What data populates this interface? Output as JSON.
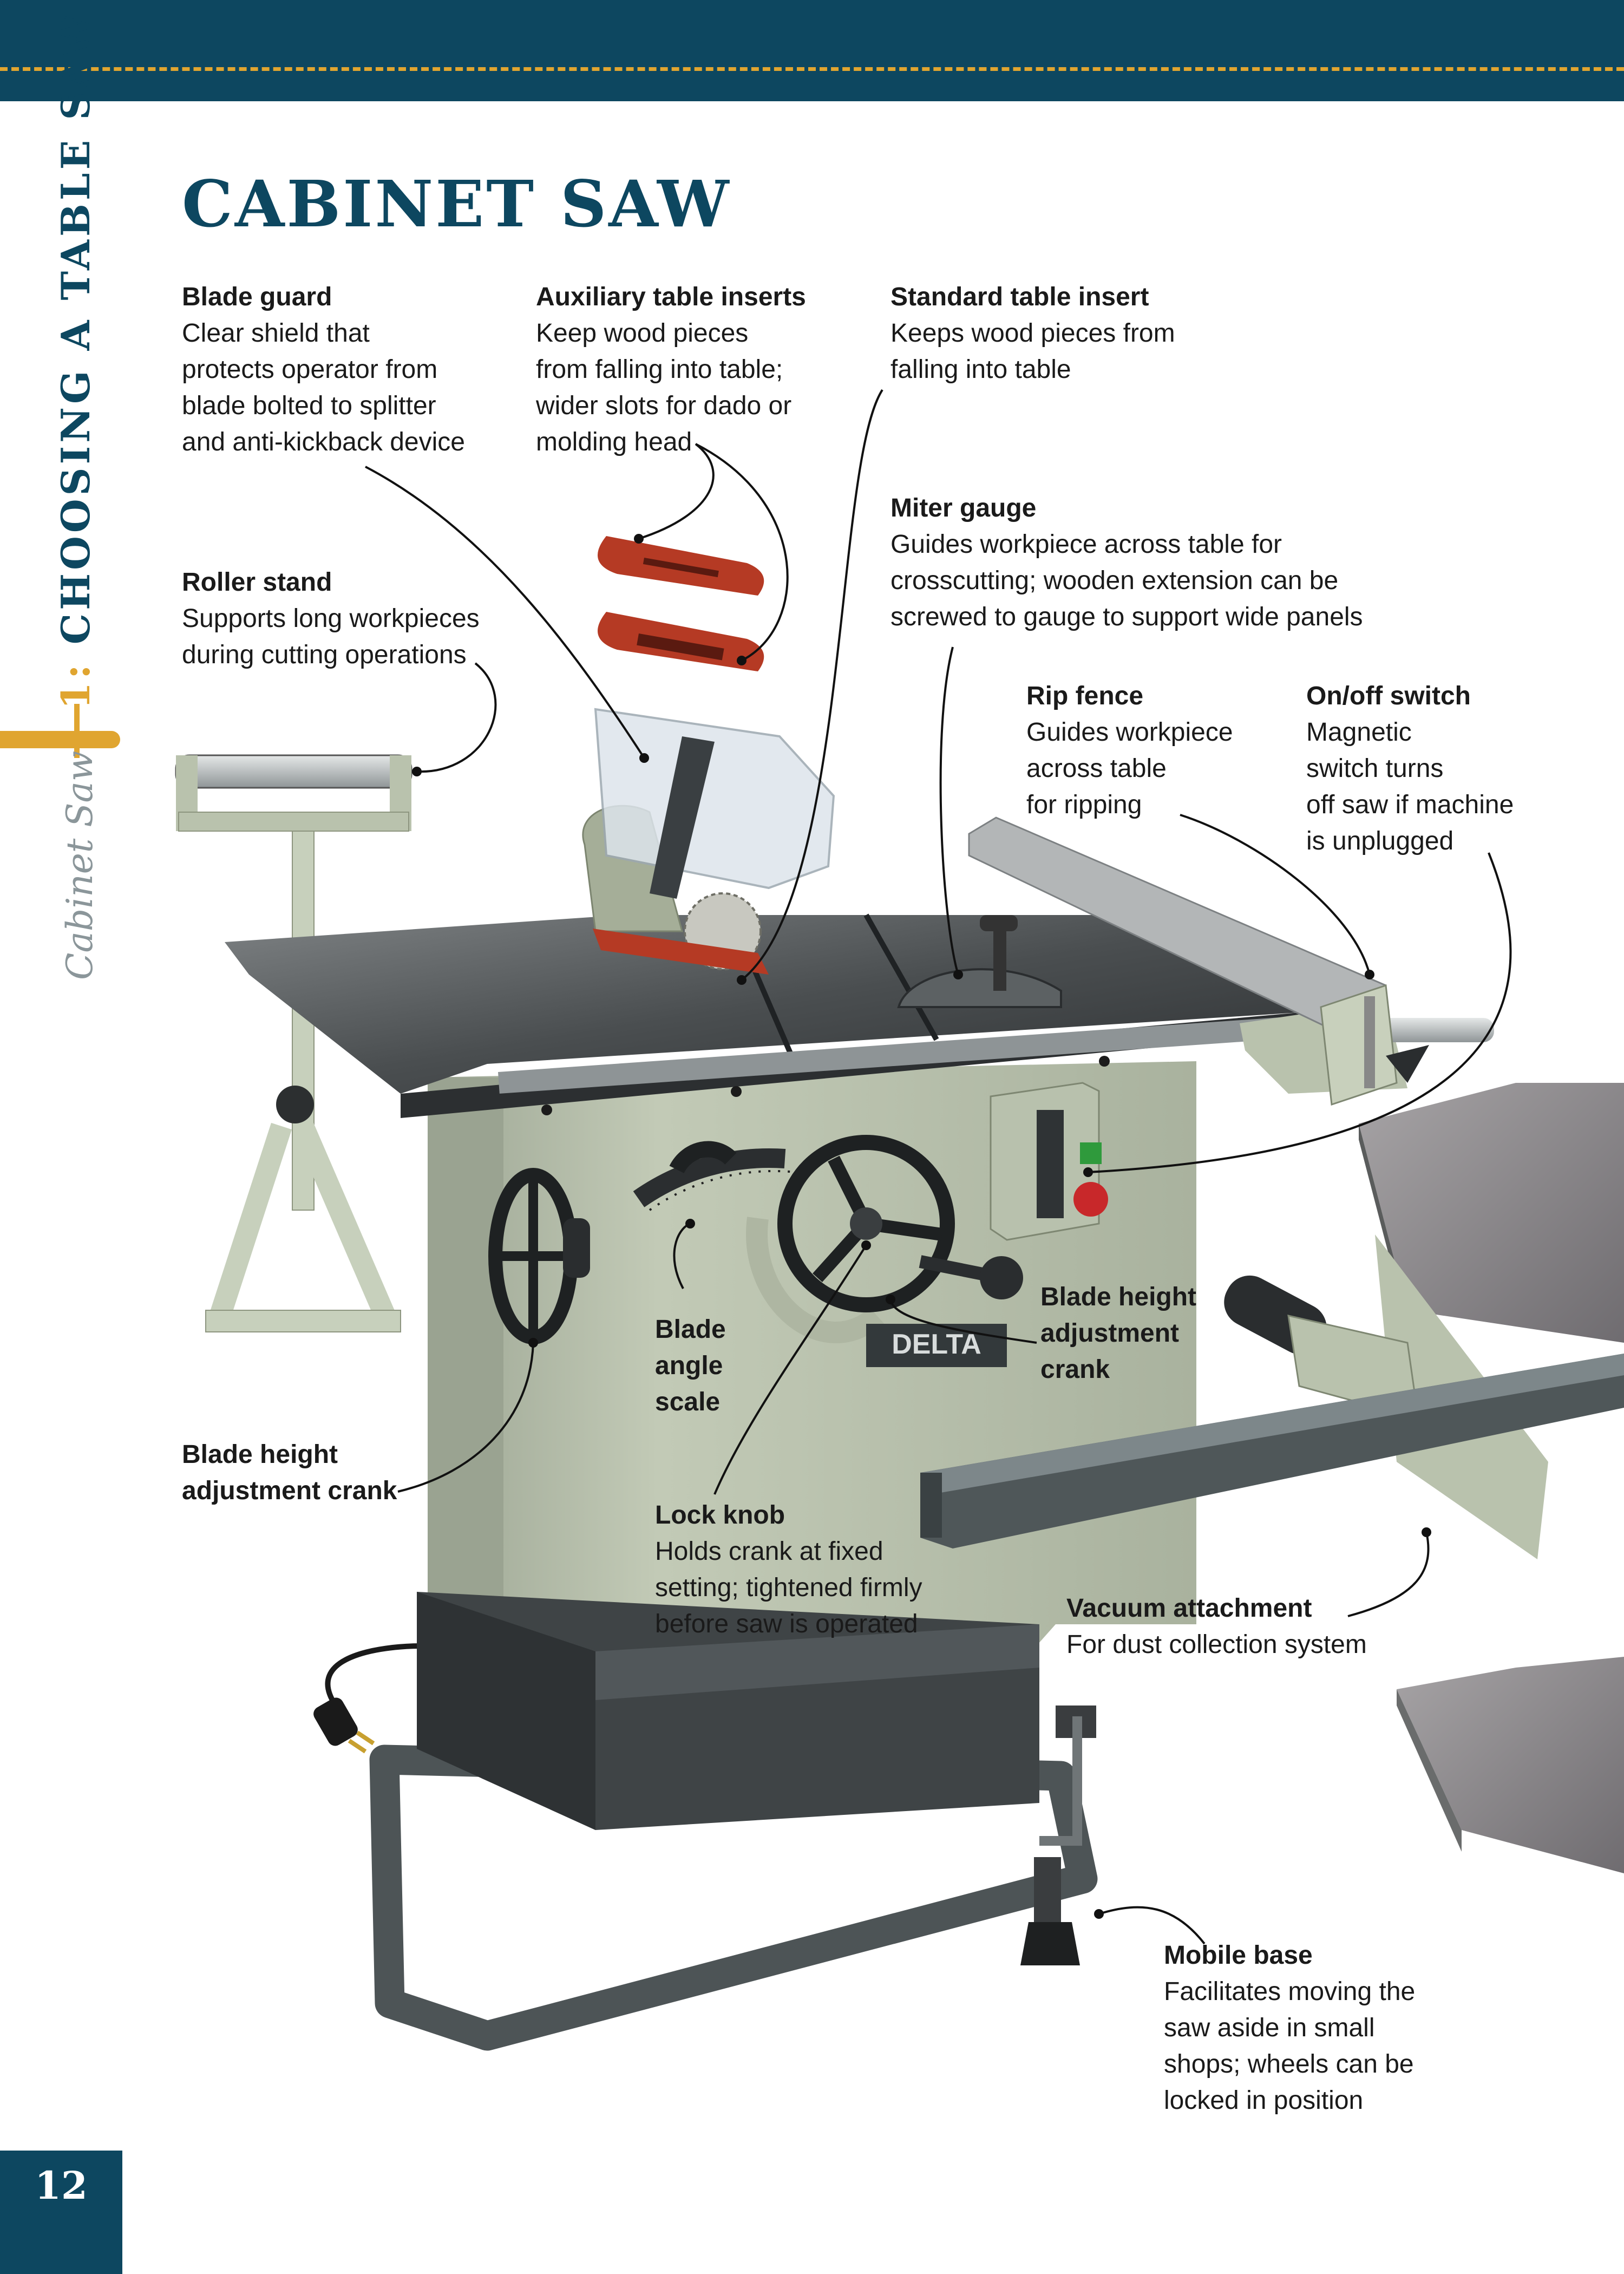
{
  "header": {
    "chapter_number": "1:",
    "chapter_title": "CHOOSING A TABLE SAW",
    "section": "Cabinet Saw"
  },
  "page": {
    "number": "12",
    "title": "CABINET SAW"
  },
  "callouts": {
    "blade_guard": {
      "heading": "Blade guard",
      "lines": [
        "Clear shield that",
        "protects operator from",
        "blade bolted to splitter",
        "and anti-kickback device"
      ]
    },
    "aux_inserts": {
      "heading": "Auxiliary table inserts",
      "lines": [
        "Keep wood pieces",
        "from falling into table;",
        "wider slots for dado or",
        "molding head"
      ]
    },
    "std_insert": {
      "heading": "Standard table insert",
      "lines": [
        "Keeps wood pieces from",
        "falling into table"
      ]
    },
    "roller_stand": {
      "heading": "Roller stand",
      "lines": [
        "Supports long workpieces",
        "during cutting operations"
      ]
    },
    "miter_gauge": {
      "heading": "Miter gauge",
      "lines": [
        "Guides workpiece across table for",
        "crosscutting; wooden extension can be",
        "screwed to gauge to support wide panels"
      ]
    },
    "rip_fence": {
      "heading": "Rip fence",
      "lines": [
        "Guides workpiece",
        "across table",
        "for ripping"
      ]
    },
    "on_off": {
      "heading": "On/off switch",
      "lines": [
        "Magnetic",
        "switch turns",
        "off saw if machine",
        "is unplugged"
      ]
    },
    "blade_angle": {
      "lines": [
        "Blade",
        "angle",
        "scale"
      ]
    },
    "height_crank_right": {
      "lines": [
        "Blade height",
        "adjustment",
        "crank"
      ]
    },
    "height_crank_left": {
      "lines": [
        "Blade height",
        "adjustment crank"
      ]
    },
    "lock_knob": {
      "heading": "Lock knob",
      "lines": [
        "Holds crank at fixed",
        "setting; tightened firmly",
        "before saw is operated"
      ]
    },
    "vacuum": {
      "heading": "Vacuum attachment",
      "lines": [
        "For dust collection system"
      ]
    },
    "mobile_base": {
      "heading": "Mobile base",
      "lines": [
        "Facilitates moving the",
        "saw aside in small",
        "shops; wheels can be",
        "locked in position"
      ]
    }
  },
  "brand_logo": "DELTA",
  "colors": {
    "navy": "#0d4760",
    "gold": "#e0a530",
    "machine_green": "#b9c2ad",
    "insert_red": "#b53a24"
  }
}
